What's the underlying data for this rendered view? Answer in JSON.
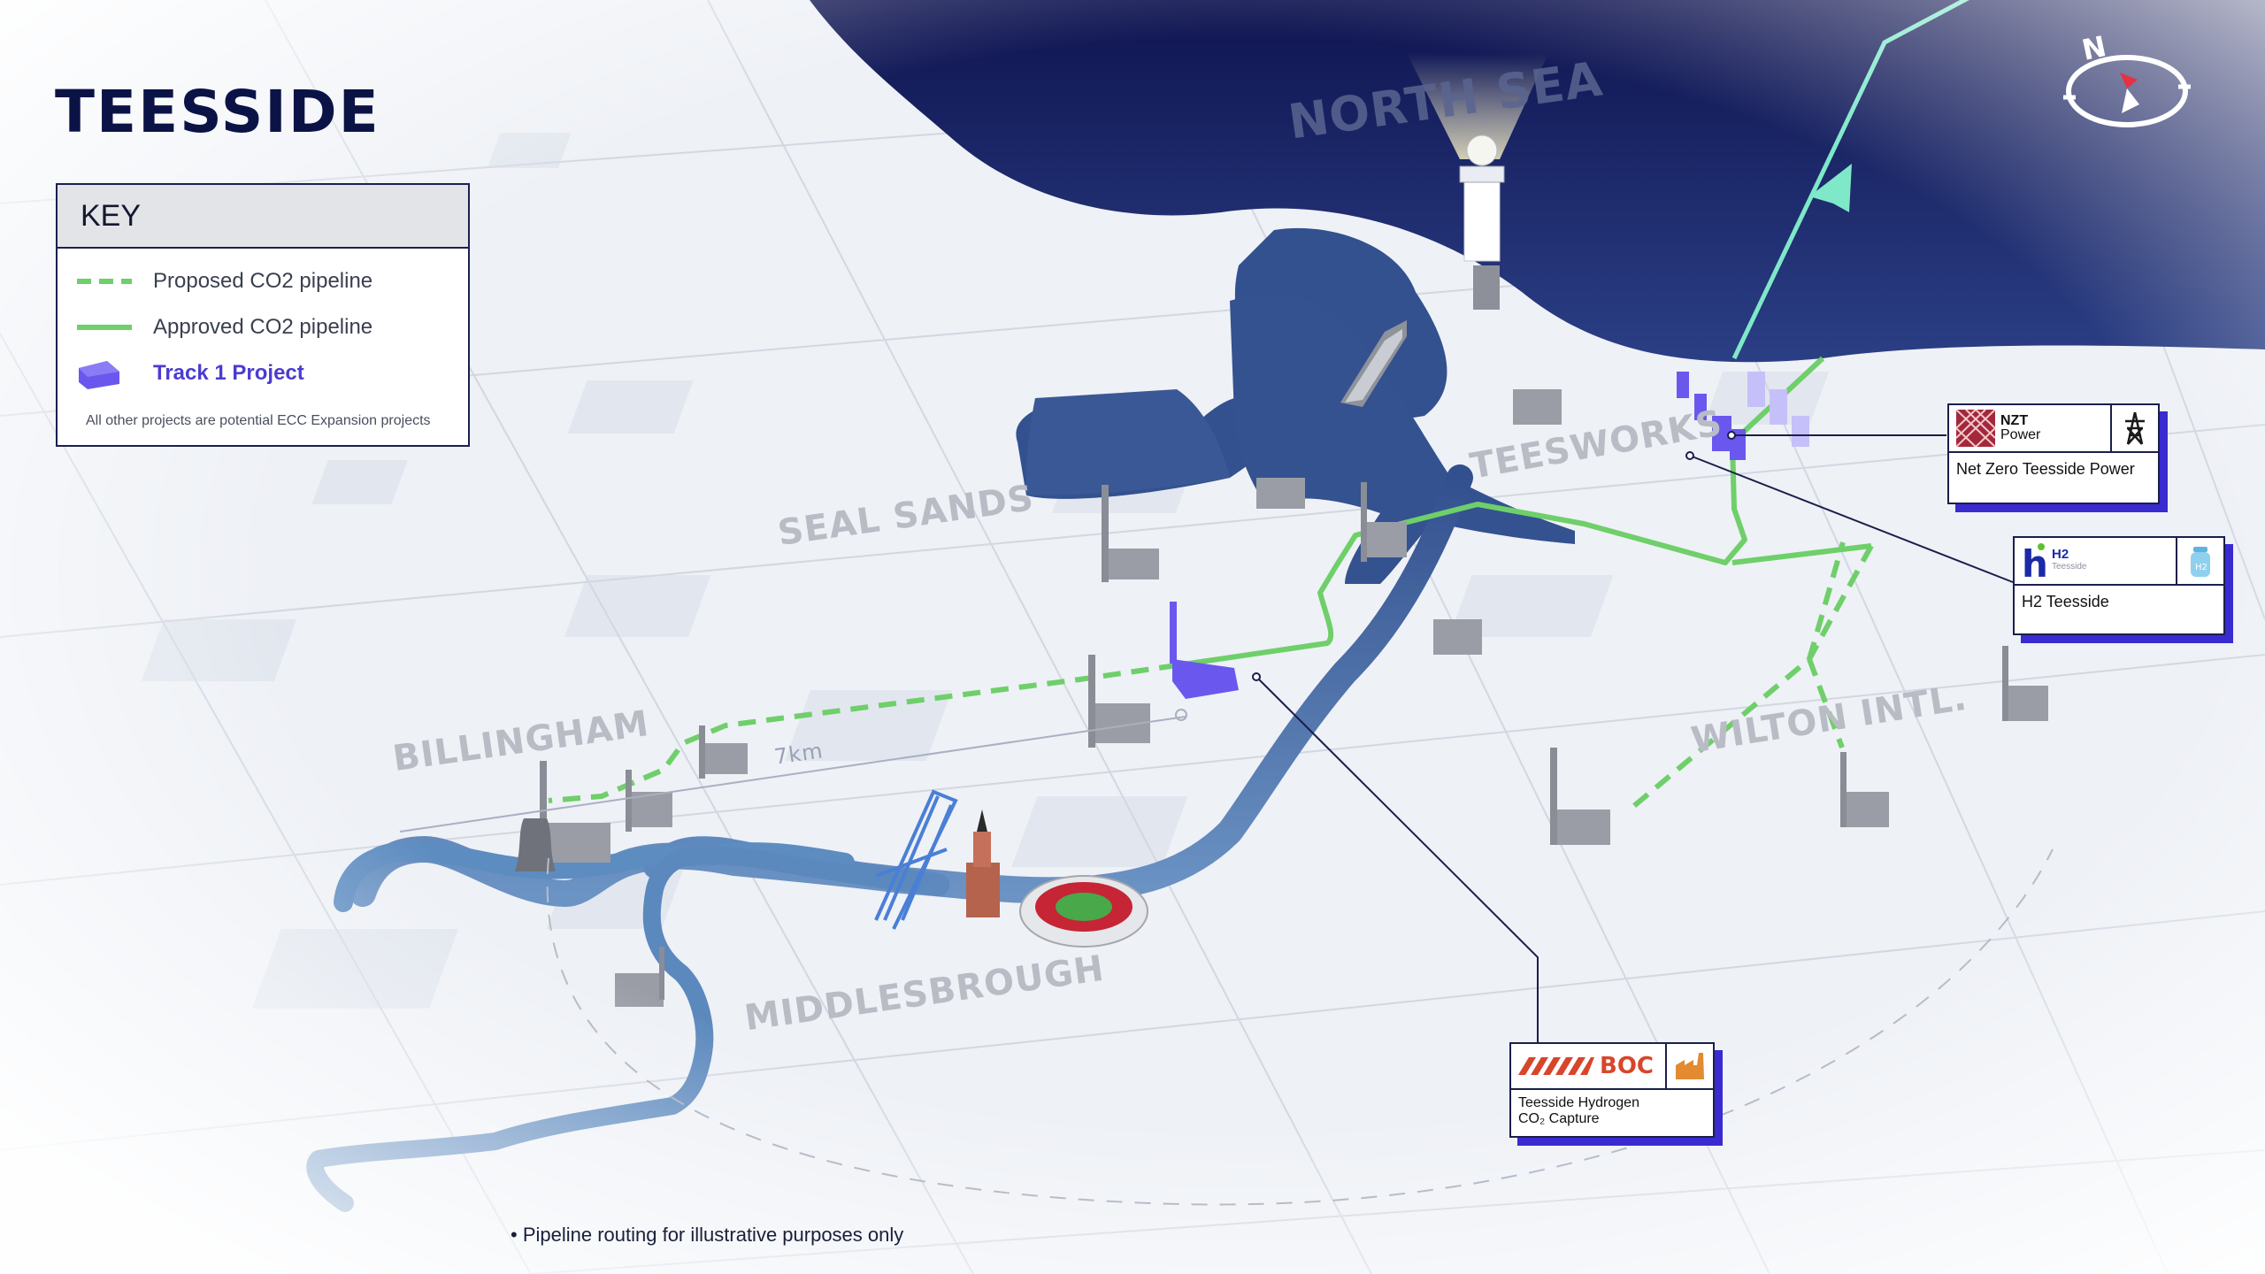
{
  "title": "TEESSIDE",
  "key": {
    "heading": "KEY",
    "items": [
      {
        "label": "Proposed CO2 pipeline",
        "symbol": "dashed-green-line"
      },
      {
        "label": "Approved CO2 pipeline",
        "symbol": "solid-green-line"
      },
      {
        "label": "Track 1 Project",
        "symbol": "purple-block"
      }
    ],
    "note": "All other projects are potential ECC Expansion projects"
  },
  "labels": {
    "north_sea": "NORTH SEA",
    "seal_sands": "SEAL SANDS",
    "teesworks": "TEESWORKS",
    "billingham": "BILLINGHAM",
    "wilton": "WILTON INTL.",
    "middlesbrough": "MIDDLESBROUGH",
    "distance": "7km"
  },
  "projects": {
    "nzt": {
      "logo_line1": "NZT",
      "logo_line2": "Power",
      "name": "Net Zero Teesside Power",
      "icon": "pylon-icon"
    },
    "h2": {
      "logo_line1": "H2",
      "logo_line2": "Teesside",
      "name": "H2 Teesside",
      "icon": "hydrogen-tank-icon"
    },
    "boc": {
      "logo": "BOC",
      "name_line1": "Teesside Hydrogen",
      "name_line2": "CO₂ Capture",
      "icon": "factory-icon"
    }
  },
  "compass_letter": "N",
  "footnote": "• Pipeline routing for illustrative purposes only",
  "colors": {
    "sea": "#131c5c",
    "estuary": "#3e5d96",
    "pipeline": "#6fcf6a",
    "track1": "#6a58ee",
    "title": "#0b1346",
    "export_line": "#7ee8c9"
  }
}
